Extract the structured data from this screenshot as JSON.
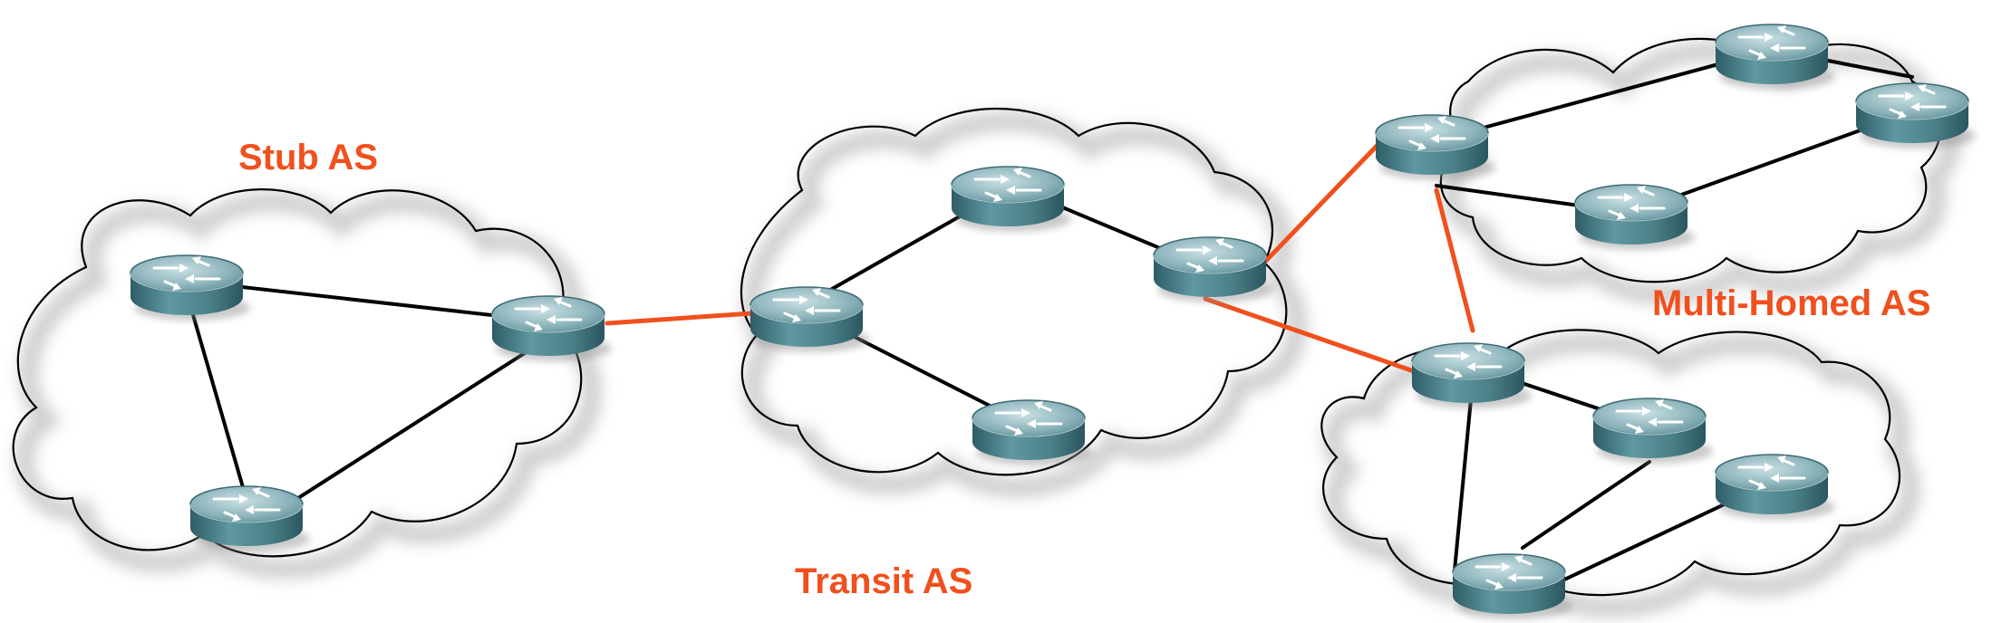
{
  "labels": {
    "stub": "Stub AS",
    "transit": "Transit AS",
    "multihomed": "Multi-Homed AS"
  },
  "colors": {
    "label": "#f0501e",
    "inter_as_link": "#f0501e",
    "intra_as_link": "#000000",
    "router_body": "#4f8893",
    "router_top": "#a8c9cf"
  },
  "icons": {
    "router": "router-icon",
    "cloud": "cloud-shape"
  }
}
